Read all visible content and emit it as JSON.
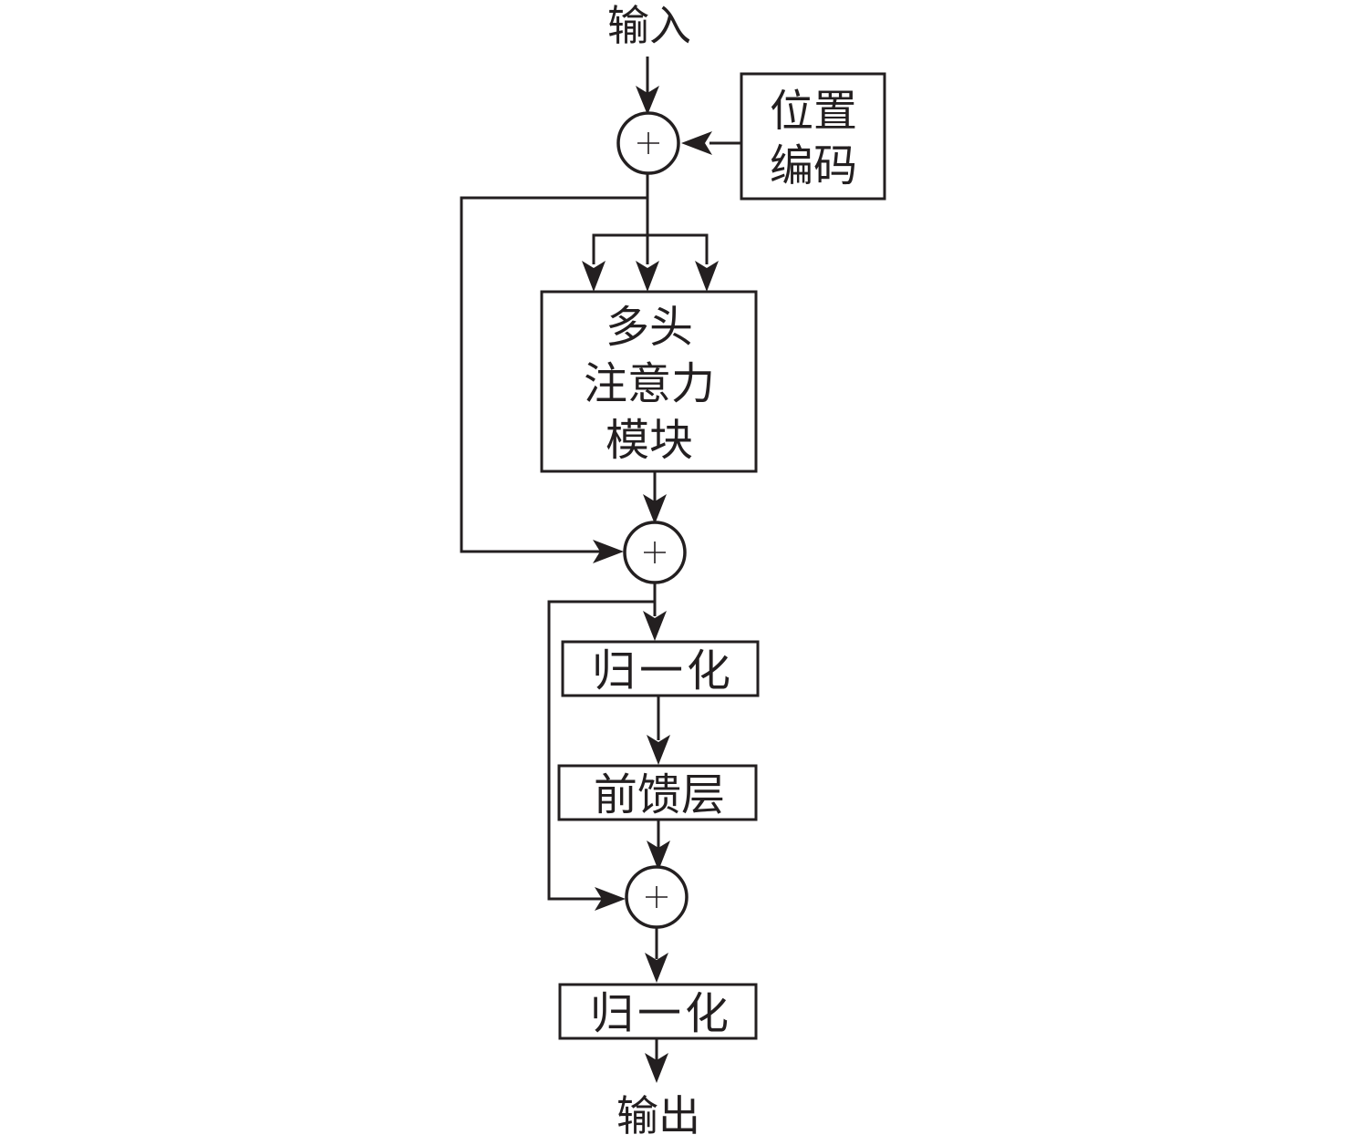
{
  "diagram": {
    "title": "Transformer encoder block",
    "input_label": "输入",
    "output_label": "输出",
    "nodes": {
      "positional_encoding": {
        "lines": [
          "位置",
          "编码"
        ]
      },
      "multi_head_attention": {
        "lines": [
          "多头",
          "注意力",
          "模块"
        ]
      },
      "norm_1": {
        "lines": [
          "归一化"
        ]
      },
      "feed_forward": {
        "lines": [
          "前馈层"
        ]
      },
      "norm_2": {
        "lines": [
          "归一化"
        ]
      }
    },
    "adder_symbol": "+",
    "edges": [
      {
        "from": "input",
        "to": "adder_1"
      },
      {
        "from": "positional_encoding",
        "to": "adder_1"
      },
      {
        "from": "adder_1",
        "to": "multi_head_attention",
        "count": 3
      },
      {
        "from": "adder_1",
        "to": "adder_2",
        "type": "residual"
      },
      {
        "from": "multi_head_attention",
        "to": "adder_2"
      },
      {
        "from": "adder_2",
        "to": "norm_1"
      },
      {
        "from": "adder_2",
        "to": "adder_3",
        "type": "residual"
      },
      {
        "from": "norm_1",
        "to": "feed_forward"
      },
      {
        "from": "feed_forward",
        "to": "adder_3"
      },
      {
        "from": "adder_3",
        "to": "norm_2"
      },
      {
        "from": "norm_2",
        "to": "output"
      }
    ],
    "colors": {
      "stroke": "#231f20",
      "background": "#ffffff"
    }
  }
}
